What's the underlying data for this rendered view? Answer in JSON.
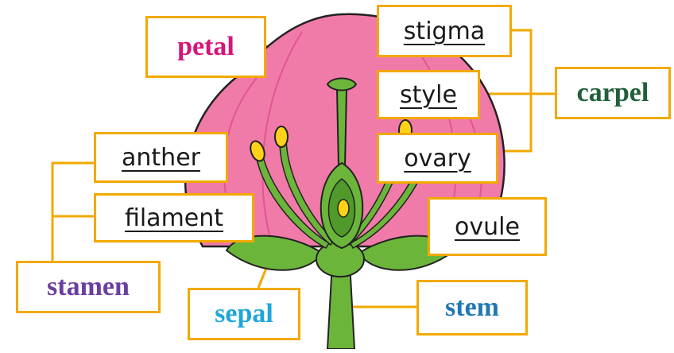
{
  "labels": {
    "petal": "petal",
    "stigma": "stigma",
    "style": "style",
    "carpel": "carpel",
    "anther": "anther",
    "ovary": "ovary",
    "filament": "filament",
    "ovule": "ovule",
    "stamen": "stamen",
    "sepal": "sepal",
    "stem": "stem"
  },
  "colors": {
    "connector": "#f2a900",
    "petal_label": "#d6157a",
    "carpel_label": "#1f5f3a",
    "stamen_label": "#6b3fa0",
    "sepal_label": "#1fa6d9",
    "stem_label": "#1f78b4",
    "petal_fill": "#f07aa8",
    "petal_dark": "#e0578f",
    "petal_light": "#f6a6c6",
    "green": "#6bb53a",
    "green_dark": "#4f9a2a",
    "anther": "#ffd21a",
    "outline": "#222222"
  }
}
